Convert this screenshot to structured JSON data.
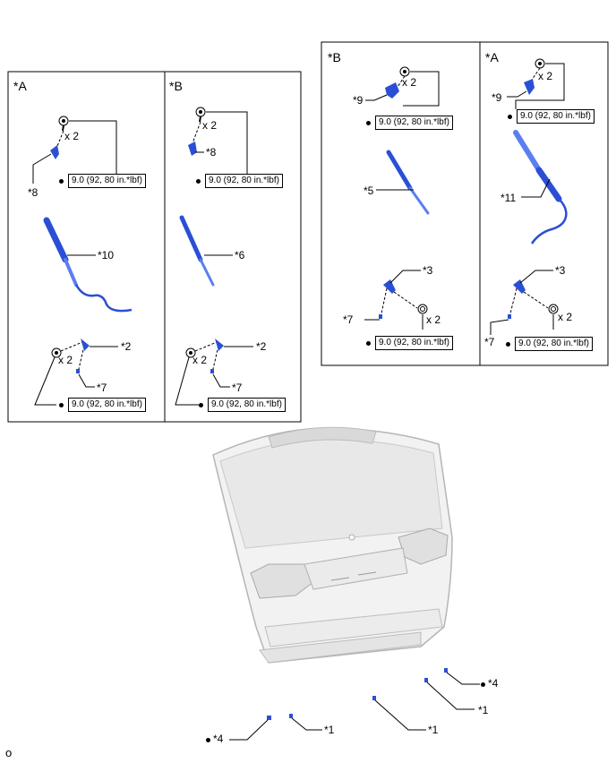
{
  "panel_left": {
    "a": {
      "tag": "*A",
      "qty_top": "x 2",
      "torque_top": "9.0 (92, 80 in.*lbf)",
      "bracket_label": "*8",
      "strut_label": "*10",
      "clip_label": "*2",
      "pin_label": "*7",
      "qty_bottom": "x 2",
      "torque_bottom": "9.0 (92, 80 in.*lbf)"
    },
    "b": {
      "tag": "*B",
      "qty_top": "x 2",
      "bracket_label": "*8",
      "torque_top": "9.0 (92, 80 in.*lbf)",
      "strut_label": "*6",
      "clip_label": "*2",
      "pin_label": "*7",
      "qty_bottom": "x 2",
      "torque_bottom": "9.0 (92, 80 in.*lbf)"
    }
  },
  "panel_right": {
    "b": {
      "tag": "*B",
      "qty_top": "x 2",
      "bracket_label": "*9",
      "torque_top": "9.0 (92, 80 in.*lbf)",
      "strut_label": "*5",
      "clip_label": "*3",
      "pin_label": "*7",
      "qty_bottom": "x 2",
      "torque_bottom": "9.0 (92, 80 in.*lbf)"
    },
    "a": {
      "tag": "*A",
      "qty_top": "x 2",
      "bracket_label": "*9",
      "torque_top": "9.0 (92, 80 in.*lbf)",
      "strut_label": "*11",
      "clip_label": "*3",
      "pin_label": "*7",
      "qty_bottom": "x 2",
      "torque_bottom": "9.0 (92, 80 in.*lbf)"
    }
  },
  "door": {
    "label_4_right": "*4",
    "label_1_right": "*1",
    "label_1_center": "*1",
    "label_1_left": "*1",
    "label_4_left": "*4"
  },
  "footer": {
    "code": "o"
  },
  "colors": {
    "part": "#2a4fd6",
    "part_light": "#6b8cf0",
    "line": "#000000"
  }
}
